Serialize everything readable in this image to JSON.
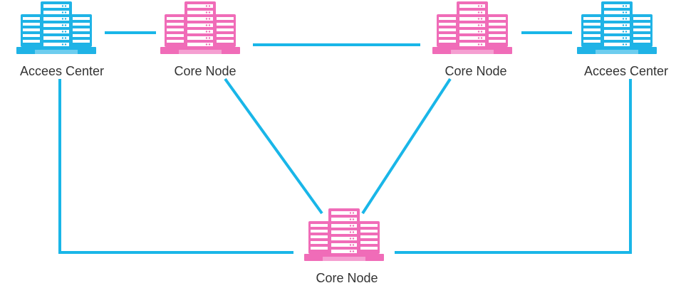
{
  "colors": {
    "link": "#19b6e8",
    "access": "#1fb3e6",
    "core": "#f06cb8",
    "label": "#333333"
  },
  "nodes": [
    {
      "id": "access-left",
      "label": "Accees Center",
      "kind": "access",
      "icon": "server-rack-icon"
    },
    {
      "id": "core-top-left",
      "label": "Core Node",
      "kind": "core",
      "icon": "server-rack-icon"
    },
    {
      "id": "core-top-right",
      "label": "Core Node",
      "kind": "core",
      "icon": "server-rack-icon"
    },
    {
      "id": "access-right",
      "label": "Accees Center",
      "kind": "access",
      "icon": "server-rack-icon"
    },
    {
      "id": "core-bottom",
      "label": "Core Node",
      "kind": "core",
      "icon": "server-rack-icon"
    }
  ],
  "links": [
    [
      "access-left",
      "core-top-left"
    ],
    [
      "core-top-left",
      "core-top-right"
    ],
    [
      "core-top-right",
      "access-right"
    ],
    [
      "core-top-left",
      "core-bottom"
    ],
    [
      "core-top-right",
      "core-bottom"
    ],
    [
      "access-left",
      "core-bottom"
    ],
    [
      "access-right",
      "core-bottom"
    ]
  ]
}
